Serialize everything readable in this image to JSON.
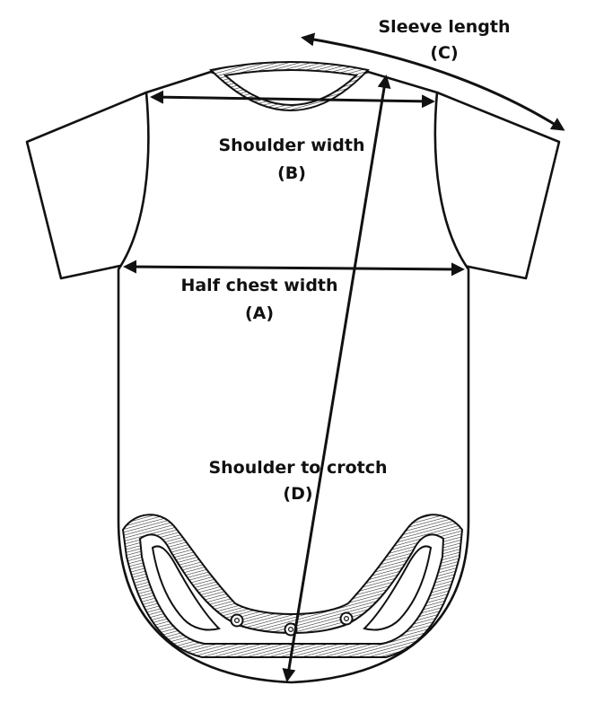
{
  "diagram": {
    "measurements": [
      {
        "id": "A",
        "name": "Half chest width",
        "code": "(A)"
      },
      {
        "id": "B",
        "name": "Shoulder width",
        "code": "(B)"
      },
      {
        "id": "C",
        "name": "Sleeve length",
        "code": "(C)"
      },
      {
        "id": "D",
        "name": "Shoulder to crotch",
        "code": "(D)"
      }
    ],
    "snap_buttons": 3,
    "colors": {
      "ink": "#111111",
      "fill": "#ffffff",
      "rib_hatch": "#222222"
    }
  }
}
